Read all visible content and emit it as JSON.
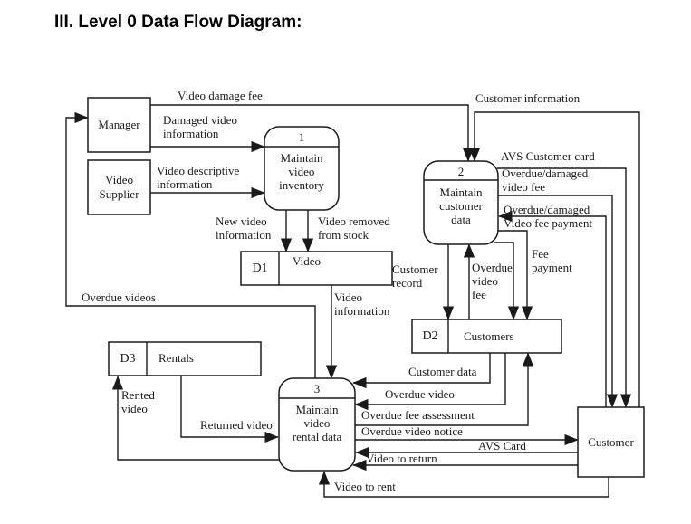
{
  "title": "III. Level 0 Data Flow Diagram:",
  "colors": {
    "ink": "#1a1a1a",
    "background": "#ffffff"
  },
  "entities": {
    "manager": "Manager",
    "video_supplier": "Video\nSupplier",
    "customer": "Customer"
  },
  "processes": {
    "p1": {
      "number": "1",
      "name": "Maintain\nvideo\ninventory"
    },
    "p2": {
      "number": "2",
      "name": "Maintain\ncustomer\ndata"
    },
    "p3": {
      "number": "3",
      "name": "Maintain\nvideo\nrental data"
    }
  },
  "datastores": {
    "d1": {
      "id": "D1",
      "name": "Video"
    },
    "d2": {
      "id": "D2",
      "name": "Customers"
    },
    "d3": {
      "id": "D3",
      "name": "Rentals"
    }
  },
  "flows": {
    "video_damage_fee": "Video damage fee",
    "customer_information": "Customer information",
    "damaged_video_information": "Damaged video\ninformation",
    "video_descriptive_information": "Video descriptive\ninformation",
    "overdue_videos": "Overdue videos",
    "new_video_information": "New video\ninformation",
    "video_removed_from_stock": "Video removed\nfrom stock",
    "video_information": "Video\ninformation",
    "avs_customer_card": "AVS Customer card",
    "overdue_damaged_video_fee": "Overdue/damaged\nvideo fee",
    "overdue_damaged_video_fee_payment": "Overdue/damaged\nVideo fee payment",
    "customer_record": "Customer\nrecord",
    "overdue_video_fee": "Overdue\nvideo\nfee",
    "fee_payment": "Fee\npayment",
    "customer_data": "Customer data",
    "overdue_video": "Overdue video",
    "overdue_fee_assessment": "Overdue fee assessment",
    "overdue_video_notice": "Overdue video notice",
    "avs_card": "AVS Card",
    "video_to_return": "Video to return",
    "video_to_rent": "Video to rent",
    "rented_video": "Rented\nvideo",
    "returned_video": "Returned video"
  }
}
